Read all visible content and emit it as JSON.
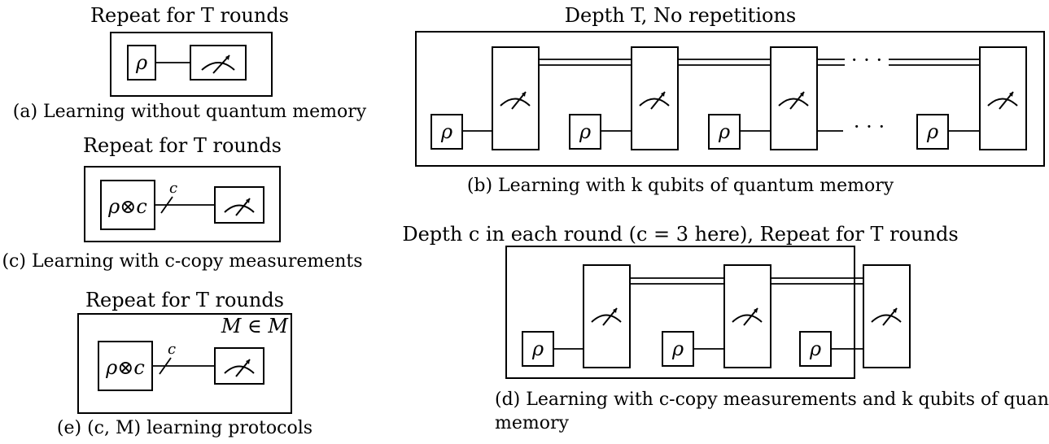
{
  "panels": {
    "a": {
      "title": "Repeat for T rounds",
      "caption": "(a) Learning without quantum memory",
      "state_symbol": "ρ"
    },
    "b": {
      "title": "Depth T, No repetitions",
      "caption": "(b) Learning with k qubits of quantum memory",
      "state_symbol": "ρ",
      "ellipsis": "· · ·"
    },
    "c": {
      "title": "Repeat for T rounds",
      "caption": "(c) Learning with c-copy measurements",
      "state_symbol": "ρ⊗c",
      "wire_label": "c"
    },
    "d": {
      "title": "Depth c in each round (c = 3 here), Repeat for T rounds",
      "caption_line1": "(d) Learning with c-copy measurements and k qubits of quantum",
      "caption_line2": "memory",
      "state_symbol": "ρ"
    },
    "e": {
      "title": "Repeat for T rounds",
      "caption": "(e) (c, M) learning protocols",
      "state_symbol": "ρ⊗c",
      "wire_label": "c",
      "measurement_set": "M ∈ M"
    }
  },
  "icons": {
    "measurement": "measurement-meter-icon"
  }
}
